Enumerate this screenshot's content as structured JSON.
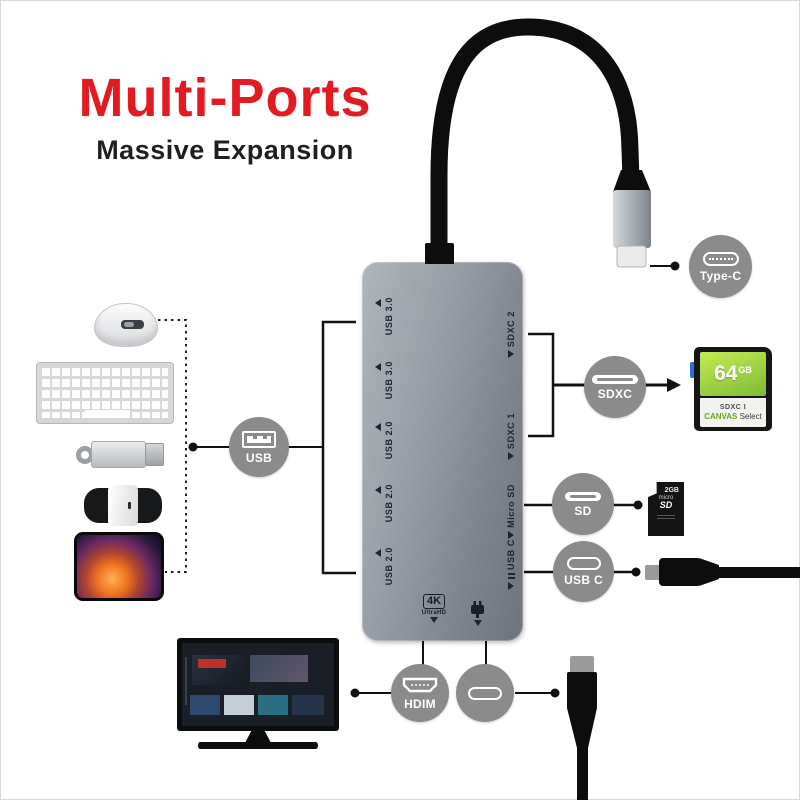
{
  "title": "Multi-Ports",
  "subtitle": "Massive Expansion",
  "colors": {
    "accent_red": "#e21b22",
    "badge_gray": "#8b8b8b",
    "hub_gray": "#8a9099",
    "line_black": "#111111"
  },
  "hub": {
    "left_ports": [
      "USB 3.0",
      "USB 3.0",
      "USB 2.0",
      "USB 2.0",
      "USB 2.0"
    ],
    "right_ports": [
      "SDXC 2",
      "SDXC 1",
      "Micro SD",
      "USB C"
    ],
    "video": {
      "badge": "4K",
      "sub": "UltraHD"
    }
  },
  "badges": {
    "type_c": "Type-C",
    "usb": "USB",
    "sdxc": "SDXC",
    "sd": "SD",
    "usb_c": "USB C",
    "hdmi": "HDIM"
  },
  "accessories": {
    "sd_card": {
      "capacity_number": "64",
      "capacity_unit": "GB",
      "standard": "SDXC I",
      "brand_name": "CANVAS",
      "brand_series": "Select"
    },
    "micro_sd": {
      "capacity": "2GB",
      "brand_micro": "micro",
      "brand_sd": "SD"
    }
  }
}
